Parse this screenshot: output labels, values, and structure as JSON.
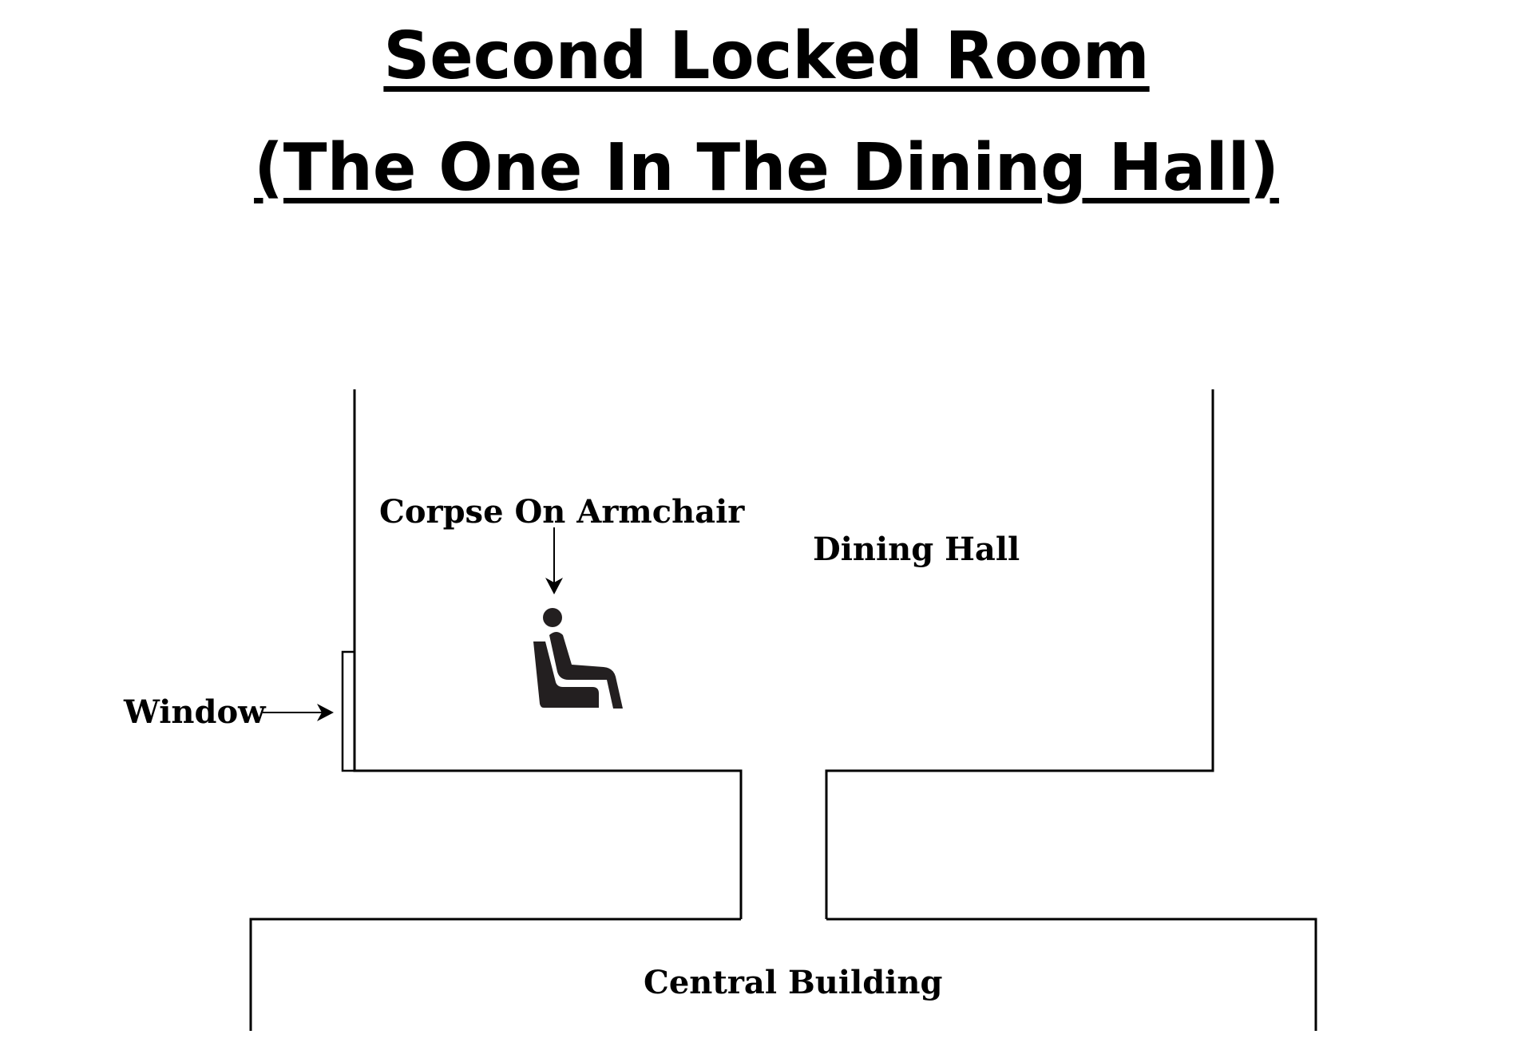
{
  "title": {
    "line1": "Second Locked Room",
    "line2": "(The One In The Dining Hall)"
  },
  "labels": {
    "corpse": "Corpse On Armchair",
    "dining_hall": "Dining Hall",
    "window": "Window",
    "central_building": "Central Building"
  },
  "icons": {
    "corpse": "seated-person-armchair-icon"
  },
  "colors": {
    "line": "#000000",
    "icon": "#231f20",
    "background": "#ffffff"
  }
}
